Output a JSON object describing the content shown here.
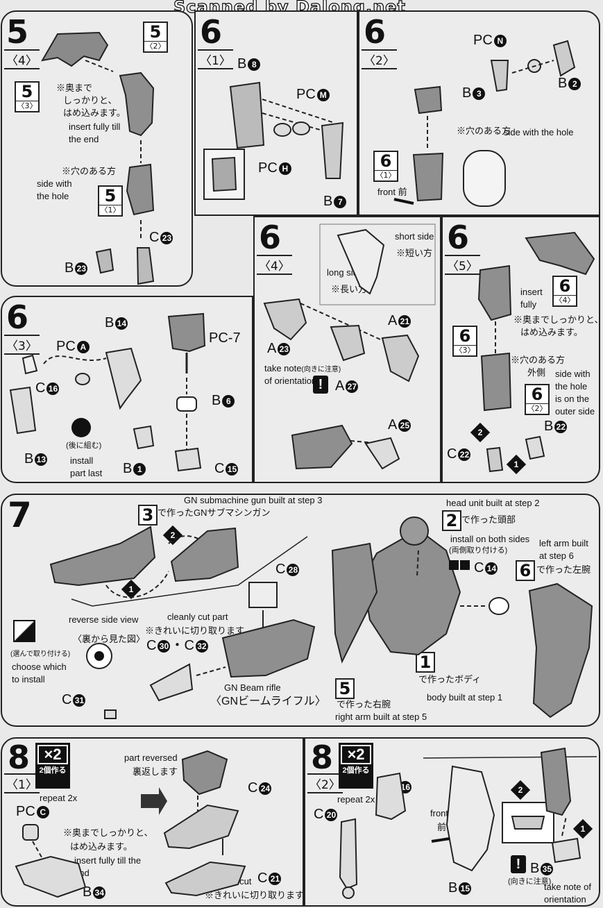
{
  "header": "Scanned by Dalong.net",
  "p5_4": {
    "step": "5",
    "sub": "〈4〉",
    "ref1": {
      "n": "5",
      "s": "〈2〉"
    },
    "ref2": {
      "n": "5",
      "s": "〈3〉"
    },
    "ref3": {
      "n": "5",
      "s": "〈1〉"
    },
    "jp1": "※奥まで",
    "jp2": "しっかりと、",
    "jp3": "はめ込みます。",
    "en1": "insert fully till",
    "en2": "the end",
    "jp_hole": "※穴のある方",
    "en_hole1": "side with",
    "en_hole2": "the hole",
    "part_c": "C",
    "part_c_n": "23",
    "part_b": "B",
    "part_b_n": "23"
  },
  "p6_1": {
    "step": "6",
    "sub": "〈1〉",
    "b8": "B",
    "b8_n": "8",
    "pcm": "PC",
    "pcm_n": "M",
    "pch": "PC",
    "pch_n": "H",
    "b7": "B",
    "b7_n": "7"
  },
  "p6_2": {
    "step": "6",
    "sub": "〈2〉",
    "pcn": "PC",
    "pcn_n": "N",
    "b3": "B",
    "b3_n": "3",
    "b2": "B",
    "b2_n": "2",
    "jp_hole": "※穴のある方",
    "en_hole": "side with the hole",
    "ref": {
      "n": "6",
      "s": "〈1〉"
    },
    "front": "front 前"
  },
  "p6_3": {
    "step": "6",
    "sub": "〈3〉",
    "b14": "B",
    "b14_n": "14",
    "pca": "PC",
    "pca_n": "A",
    "c16": "C",
    "c16_n": "16",
    "b13": "B",
    "b13_n": "13",
    "pc7": "PC-7",
    "b6": "B",
    "b6_n": "6",
    "b1": "B",
    "b1_n": "1",
    "c15": "C",
    "c15_n": "15",
    "last_jp": "(後に組む)",
    "last_en1": "install",
    "last_en2": "part last"
  },
  "p6_4": {
    "step": "6",
    "sub": "〈4〉",
    "short_en": "short side",
    "short_jp": "※短い方",
    "long_en": "long side",
    "long_jp": "※長い方",
    "a21": "A",
    "a21_n": "21",
    "a23": "A",
    "a23_n": "23",
    "a27": "A",
    "a27_n": "27",
    "a25": "A",
    "a25_n": "25",
    "note1": "take note",
    "note_jp": "(向きに注意)",
    "note2": "of orientation"
  },
  "p6_5": {
    "step": "6",
    "sub": "〈5〉",
    "ref1": {
      "n": "6",
      "s": "〈4〉"
    },
    "ref2": {
      "n": "6",
      "s": "〈3〉"
    },
    "ref3": {
      "n": "6",
      "s": "〈2〉"
    },
    "insert1": "insert",
    "insert2": "fully",
    "jp1": "※奥までしっかりと、",
    "jp2": "はめ込みます。",
    "jp_hole": "※穴のある方",
    "jp_out": "外側",
    "en1": "side with",
    "en2": "the hole",
    "en3": "is on the",
    "en4": "outer side",
    "b22": "B",
    "b22_n": "22",
    "c22": "C",
    "c22_n": "22"
  },
  "p7": {
    "step": "7",
    "gn_sub_en": "GN submachine gun built at step 3",
    "gn_sub_ref": "3",
    "gn_sub_jp": "で作ったGNサブマシンガン",
    "head_en": "head unit built at step 2",
    "head_ref": "2",
    "head_jp": "で作った頭部",
    "both_en": "install on both sides",
    "both_jp": "(両側取り付ける)",
    "c14": "C",
    "c14_n": "14",
    "arm_en1": "left arm built",
    "arm_en2": "at step 6",
    "arm_ref": "6",
    "arm_jp": "で作った左腕",
    "c28": "C",
    "c28_n": "28",
    "rev_en": "reverse side view",
    "rev_jp": "〈裏から見た図〉",
    "cut_en": "cleanly cut part",
    "cut_jp": "※きれいに切り取ります。",
    "c30": "C",
    "c30_n": "30",
    "dot": "・",
    "c32": "C",
    "c32_n": "32",
    "choose_jp": "(選んで取り付ける)",
    "choose_en1": "choose which",
    "choose_en2": "to install",
    "c31": "C",
    "c31_n": "31",
    "beam_en": "GN Beam rifle",
    "beam_jp": "〈GNビームライフル〉",
    "body_ref": "1",
    "body_jp": "で作ったボディ",
    "body_en": "body built at step 1",
    "rarm_ref": "5",
    "rarm_jp": "で作った右腕",
    "rarm_en": "right arm built at step 5"
  },
  "p8_1": {
    "step": "8",
    "sub": "〈1〉",
    "x2": "×2",
    "x2_jp": "2個作る",
    "rep": "repeat 2x",
    "pcc": "PC",
    "pcc_n": "C",
    "jp1": "※奥までしっかりと、",
    "jp2": "はめ込みます。",
    "en1": "insert fully till the",
    "en2": "end",
    "b34": "B",
    "b34_n": "34",
    "rev_en": "part reversed",
    "rev_jp": "裏返します",
    "c24": "C",
    "c24_n": "24",
    "cut_en": "cleanly cut",
    "c21": "C",
    "c21_n": "21",
    "cut_jp": "※きれいに切り取ります。"
  },
  "p8_2": {
    "step": "8",
    "sub": "〈2〉",
    "x2": "×2",
    "x2_jp": "2個作る",
    "rep": "repeat 2x",
    "b16": "B",
    "b16_n": "16",
    "c20": "C",
    "c20_n": "20",
    "front_en": "front",
    "front_jp": "前",
    "b15": "B",
    "b15_n": "15",
    "b35": "B",
    "b35_n": "35",
    "note_jp": "(向きに注意)",
    "note_en1": "take note of",
    "note_en2": "orientation"
  }
}
